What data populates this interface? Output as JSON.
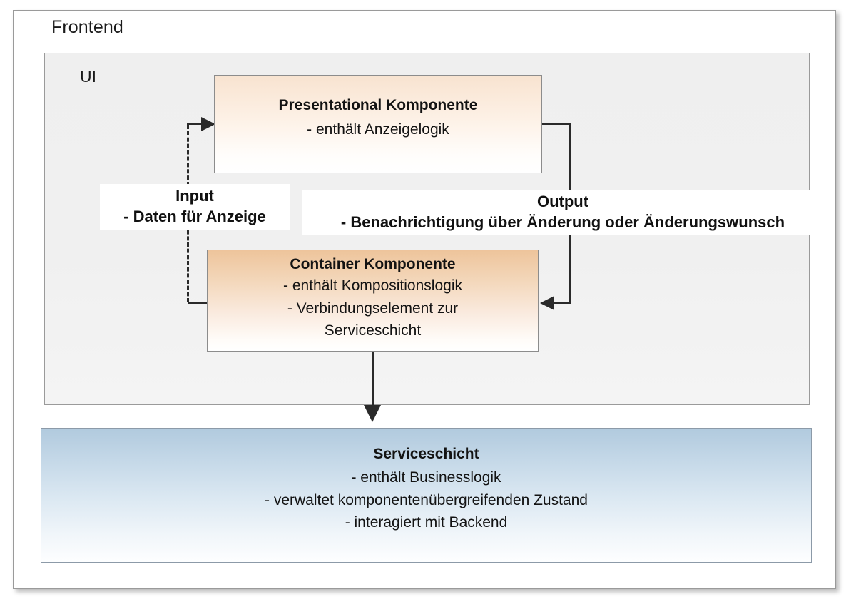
{
  "diagram": {
    "title": "Frontend",
    "outer": {
      "label": "Frontend"
    },
    "ui": {
      "label": "UI"
    },
    "boxes": {
      "presentational": {
        "title": "Presentational Komponente",
        "lines": [
          "- enthält Anzeigelogik"
        ]
      },
      "container": {
        "title": "Container Komponente",
        "lines": [
          "- enthält Kompositionslogik",
          "- Verbindungselement zur",
          "Serviceschicht"
        ]
      },
      "service": {
        "title": "Serviceschicht",
        "lines": [
          "- enthält Businesslogik",
          "- verwaltet komponentenübergreifenden Zustand",
          "- interagiert mit Backend"
        ]
      }
    },
    "edges": {
      "input": {
        "title": "Input",
        "subtitle": "- Daten für Anzeige",
        "style": "dashed",
        "from": "container",
        "to": "presentational"
      },
      "output": {
        "title": "Output",
        "subtitle": "- Benachrichtigung über Änderung oder Änderungswunsch",
        "style": "solid",
        "from": "presentational",
        "to": "container"
      },
      "service_link": {
        "style": "solid",
        "from": "container",
        "to": "service"
      }
    },
    "colors": {
      "presentational_top": "#f8e3d0",
      "container_top": "#eec49b",
      "service_top": "#b1cade",
      "ui_background": "#efefef",
      "line": "#2a2a2a",
      "border": "#8c8c8c",
      "text": "#131313"
    }
  }
}
